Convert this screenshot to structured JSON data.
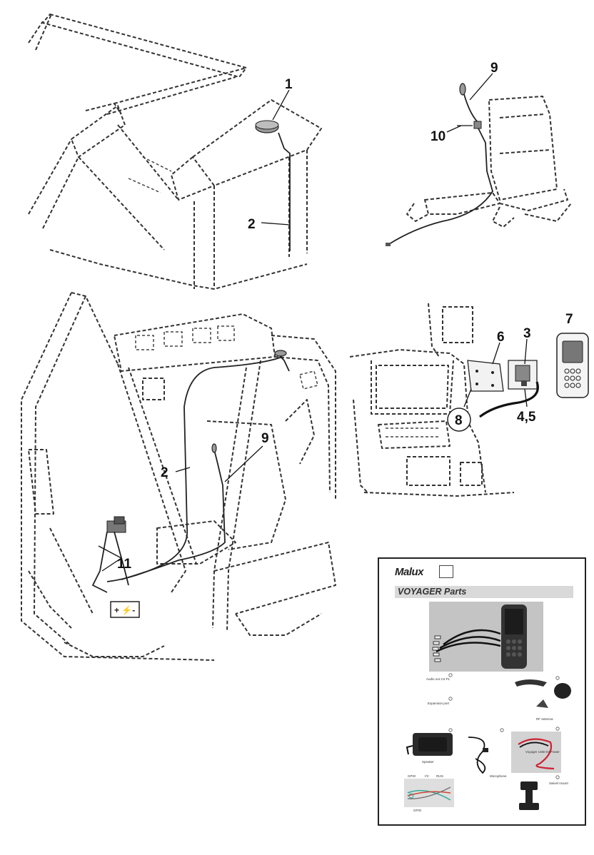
{
  "diagram": {
    "callouts": {
      "c1": "1",
      "c2_top": "2",
      "c9_top": "9",
      "c10": "10",
      "c2_cab": "2",
      "c9_cab": "9",
      "c11": "11",
      "c6": "6",
      "c3": "3",
      "c7": "7",
      "c8": "8",
      "c45": "4,5"
    }
  },
  "parts_sheet": {
    "brand": "Malux",
    "title": "VOYAGER Parts",
    "labels": {
      "audio_out": "Audio out 3.5 PL",
      "expansion_port": "Expansion port",
      "rf_antenna": "RF antenna",
      "speaker": "Speaker",
      "microphone": "Microphone",
      "power": "Voyager USB 5V Power",
      "swivel_mount": "Swivel mount",
      "gpio": "GPIO",
      "i2c": "I²C",
      "run": "RUN",
      "gpio_bottom": "GPIO"
    }
  }
}
